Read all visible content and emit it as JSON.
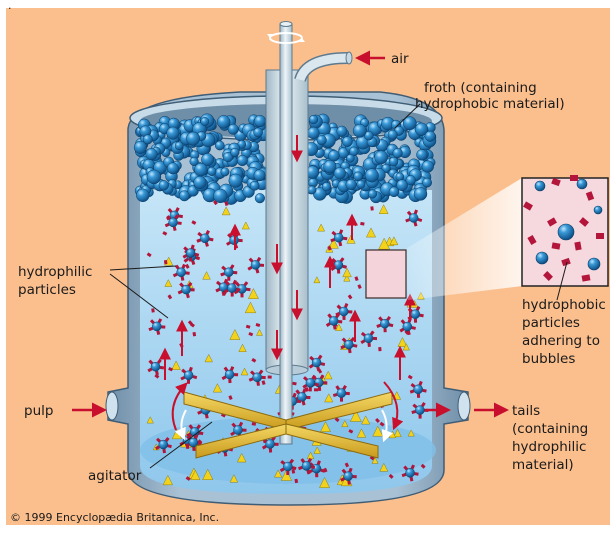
{
  "colors": {
    "background": "#fbbf8e",
    "liquid": "#a8d6f2",
    "tank_wall": "#8aa7c0",
    "bubble": "#1f7fc4",
    "hydrophilic_particle": "#f2d21a",
    "hydrophobic_particle": "#b3163a",
    "arrow": "#c8102e",
    "agitator_blade": "#e8c23a"
  },
  "labels": {
    "air": "air",
    "froth_line1": "froth (containing",
    "froth_line2": "hydrophobic material)",
    "hydrophilic_line1": "hydrophilic",
    "hydrophilic_line2": "particles",
    "hydrophobic_line1": "hydrophobic",
    "hydrophobic_line2": "particles",
    "hydrophobic_line3": "adhering to",
    "hydrophobic_line4": "bubbles",
    "pulp": "pulp",
    "tails_line1": "tails",
    "tails_line2": "(containing",
    "tails_line3": "hydrophilic",
    "tails_line4": "material)",
    "agitator": "agitator",
    "copyright": "© 1999 Encyclopædia Britannica, Inc."
  },
  "icons": {
    "rotation": "rotation-arrow-icon"
  }
}
